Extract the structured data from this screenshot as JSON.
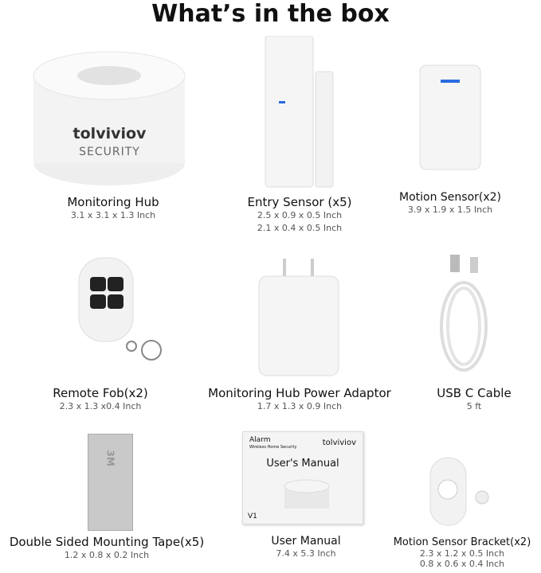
{
  "title": "What’s in the box",
  "items": [
    {
      "name": "Monitoring Hub",
      "dims": [
        "3.1 x 3.1 x 1.3 Inch"
      ]
    },
    {
      "name": "Entry Sensor (x5)",
      "dims": [
        "2.5 x 0.9 x 0.5 Inch",
        "2.1 x 0.4 x 0.5 Inch"
      ]
    },
    {
      "name": "Motion Sensor(x2)",
      "dims": [
        "3.9 x 1.9 x 1.5 Inch"
      ]
    },
    {
      "name": "Remote Fob(x2)",
      "dims": [
        "2.3 x 1.3 x0.4 Inch"
      ]
    },
    {
      "name": "Monitoring Hub Power Adaptor",
      "dims": [
        "1.7 x 1.3 x 0.9 Inch"
      ]
    },
    {
      "name": "USB C Cable",
      "dims": [
        "5 ft"
      ]
    },
    {
      "name": "Double Sided Mounting Tape(x5)",
      "dims": [
        "1.2 x 0.8 x 0.2 Inch"
      ]
    },
    {
      "name": "User Manual",
      "dims": [
        "7.4 x 5.3 Inch"
      ]
    },
    {
      "name": "Motion Sensor Bracket(x2)",
      "dims": [
        "2.3 x 1.2 x 0.5 Inch",
        "0.8 x 0.6 x 0.4 Inch"
      ]
    }
  ],
  "hub_logo": {
    "brand": "tolviviov",
    "sub": "SECURITY"
  },
  "manual_cover": {
    "alarm": "Alarm",
    "subtitle": "Wireless Home Security",
    "brand": "tolviviov",
    "heading": "User's Manual",
    "version": "V1"
  },
  "tape_logo": "3M"
}
